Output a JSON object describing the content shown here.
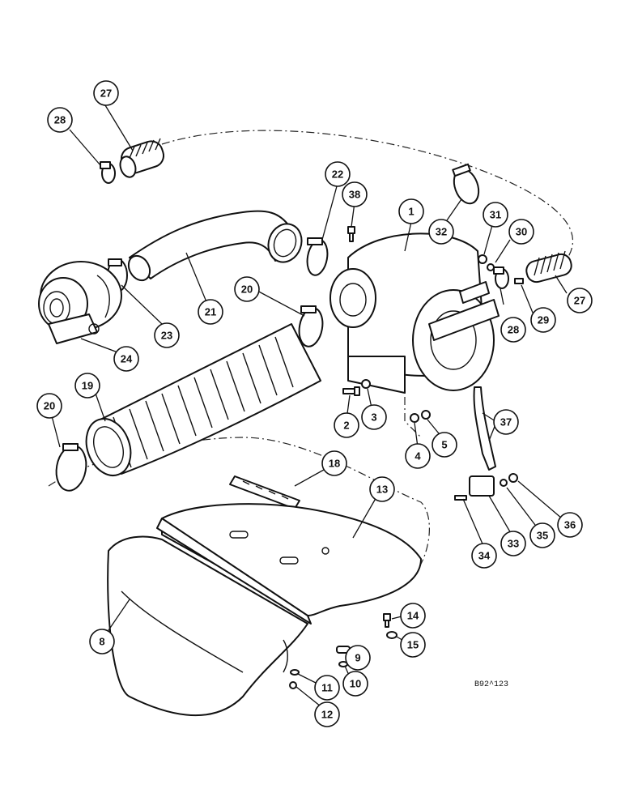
{
  "figure_ref": "B92^123",
  "callouts": [
    {
      "label": "27"
    },
    {
      "label": "28"
    },
    {
      "label": "22"
    },
    {
      "label": "38"
    },
    {
      "label": "1"
    },
    {
      "label": "32"
    },
    {
      "label": "31"
    },
    {
      "label": "30"
    },
    {
      "label": "27"
    },
    {
      "label": "29"
    },
    {
      "label": "28"
    },
    {
      "label": "20"
    },
    {
      "label": "21"
    },
    {
      "label": "23"
    },
    {
      "label": "24"
    },
    {
      "label": "19"
    },
    {
      "label": "20"
    },
    {
      "label": "2"
    },
    {
      "label": "3"
    },
    {
      "label": "4"
    },
    {
      "label": "5"
    },
    {
      "label": "37"
    },
    {
      "label": "18"
    },
    {
      "label": "13"
    },
    {
      "label": "34"
    },
    {
      "label": "33"
    },
    {
      "label": "35"
    },
    {
      "label": "36"
    },
    {
      "label": "8"
    },
    {
      "label": "14"
    },
    {
      "label": "15"
    },
    {
      "label": "9"
    },
    {
      "label": "10"
    },
    {
      "label": "11"
    },
    {
      "label": "12"
    }
  ]
}
